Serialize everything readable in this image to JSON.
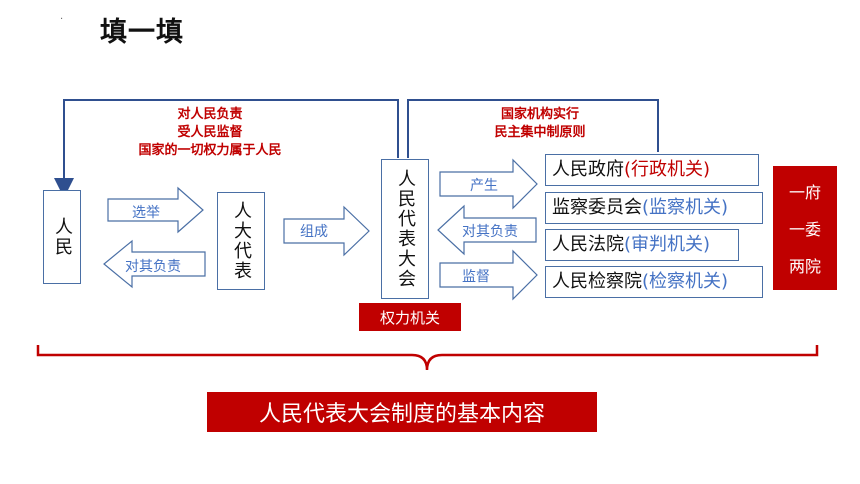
{
  "title": "填一填",
  "people_box": "人民",
  "npc_box": "人大代表",
  "congress_box": "人民代表大会",
  "arrows": {
    "elect": "选举",
    "responsible_to_people": "对其负责",
    "compose": "组成",
    "produce": "产生",
    "responsible_to_congress": "对其负责",
    "supervise": "监督"
  },
  "top_left_text": [
    "对人民负责",
    "受人民监督",
    "国家的一切权力属于人民"
  ],
  "top_right_text": [
    "国家机构实行",
    "民主集中制原则"
  ],
  "organs": [
    {
      "name": "人民政府",
      "type": "(行政机关)",
      "type_color": "red"
    },
    {
      "name": "监察委员会",
      "type": "(监察机关)",
      "type_color": "blue"
    },
    {
      "name": "人民法院",
      "type": "(审判机关)",
      "type_color": "blue"
    },
    {
      "name": "人民检察院",
      "type": "(检察机关)",
      "type_color": "blue"
    }
  ],
  "one_gov_one_com_two_courts": [
    "一府",
    "一委",
    "两院"
  ],
  "power_organ": "权力机关",
  "bottom_label": "人民代表大会制度的基本内容",
  "colors": {
    "red": "#c00000",
    "blue": "#4472c4",
    "line": "#2f4f8f"
  }
}
